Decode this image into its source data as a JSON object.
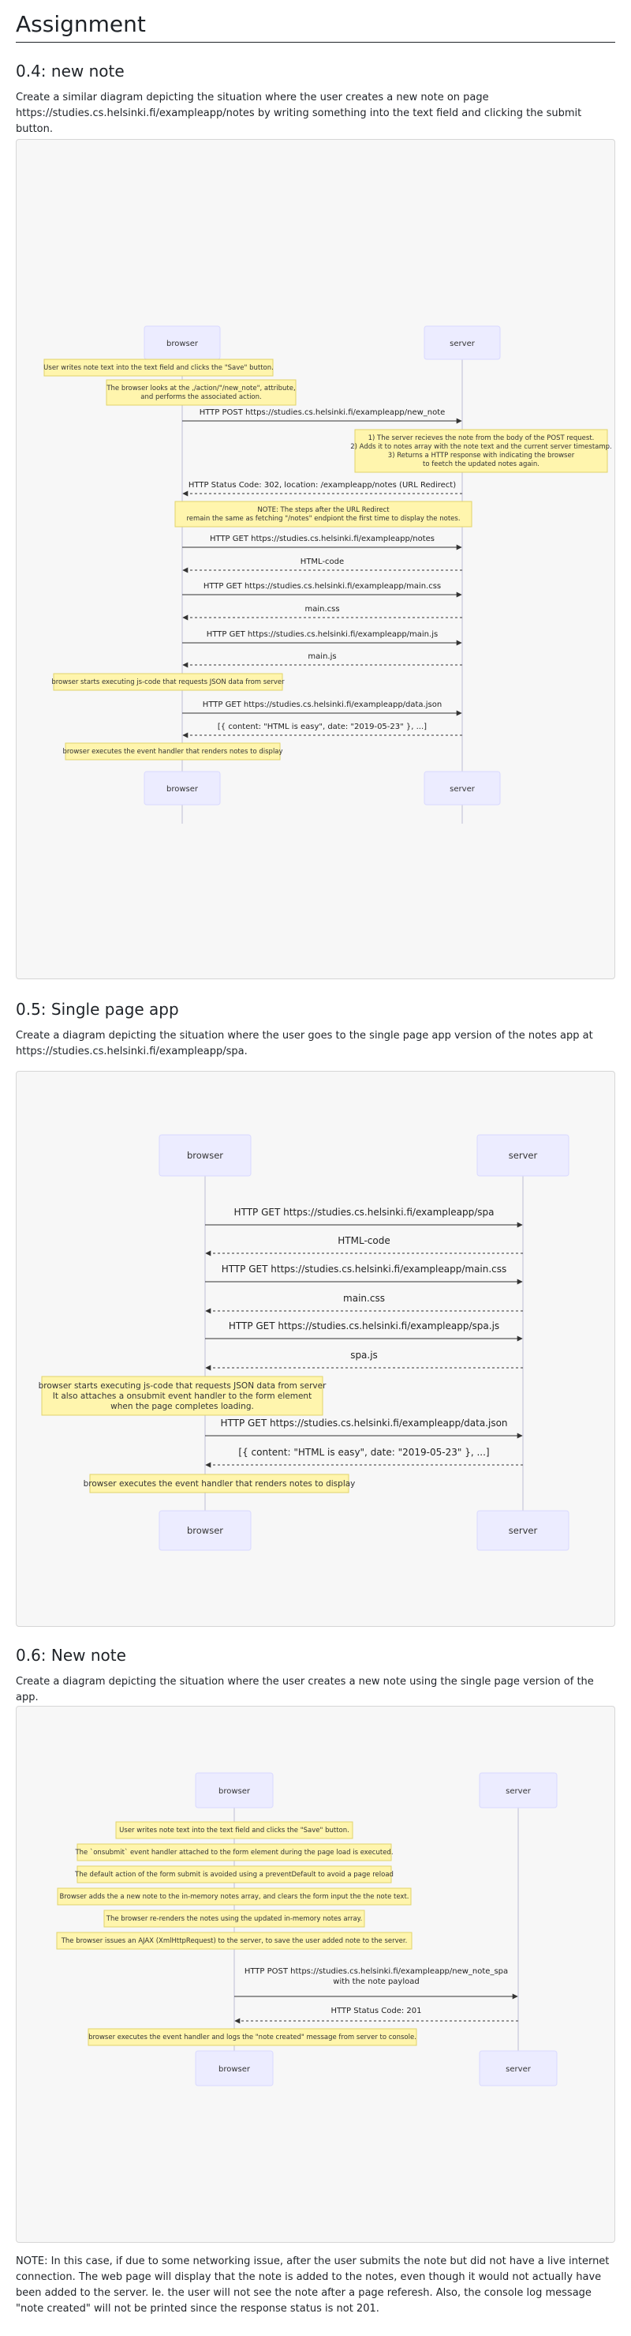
{
  "page": {
    "title": "Assignment"
  },
  "s1": {
    "heading": "0.4: new note",
    "desc": "Create a similar diagram depicting the situation where the user creates a new note on page https://studies.cs.helsinki.fi/exampleapp/notes by writing something into the text field and clicking the submit button."
  },
  "s2": {
    "heading": "0.5: Single page app",
    "desc": "Create a diagram depicting the situation where the user goes to the single page app version of the notes app at https://studies.cs.helsinki.fi/exampleapp/spa."
  },
  "s3": {
    "heading": "0.6: New note",
    "desc": "Create a diagram depicting the situation where the user creates a new note using the single page version of the app."
  },
  "footnote": "NOTE: In this case, if due to some networking issue, after the user submits the note but did not have a live internet connection. The web page will display that the note is added to the notes, even though it would not actually have been added to the server. Ie. the user will not see the note after a page referesh. Also, the console log message \"note created\" will not be printed since the response status is not 201.",
  "d1": {
    "actors": [
      "browser",
      "server"
    ],
    "notes": [
      [
        "User writes note text into the text field and clicks the \"Save\" button."
      ],
      [
        "The browser looks at the ,/action/\"/new_note\", attribute,",
        "and performs the associated action."
      ],
      [
        "1) The server recieves the note from the body of the POST request.",
        "2) Adds it to notes array with the note text and the current server timestamp.",
        "3) Returns a HTTP response with indicating the browser",
        "to feetch the updated notes again."
      ],
      [
        "NOTE: The steps after the URL Redirect",
        "remain the same as fetching \"/notes\" endpiont the first time to display the notes."
      ],
      [
        "browser starts executing js-code that requests JSON data from server"
      ],
      [
        "browser executes the event handler that renders notes to display"
      ]
    ],
    "messages": [
      "HTTP POST https://studies.cs.helsinki.fi/exampleapp/new_note",
      "HTTP Status Code: 302, location: /exampleapp/notes (URL Redirect)",
      "HTTP GET https://studies.cs.helsinki.fi/exampleapp/notes",
      "HTML-code",
      "HTTP GET https://studies.cs.helsinki.fi/exampleapp/main.css",
      "main.css",
      "HTTP GET https://studies.cs.helsinki.fi/exampleapp/main.js",
      "main.js",
      "HTTP GET https://studies.cs.helsinki.fi/exampleapp/data.json",
      "[{ content: \"HTML is easy\", date: \"2019-05-23\" }, ...]"
    ]
  },
  "d2": {
    "actors": [
      "browser",
      "server"
    ],
    "notes": [
      [
        "browser starts executing js-code that requests JSON data from server",
        "It also attaches a onsubmit event handler to the form element",
        "when the page completes loading."
      ],
      [
        "browser executes the event handler that renders notes to display"
      ]
    ],
    "messages": [
      "HTTP GET https://studies.cs.helsinki.fi/exampleapp/spa",
      "HTML-code",
      "HTTP GET https://studies.cs.helsinki.fi/exampleapp/main.css",
      "main.css",
      "HTTP GET https://studies.cs.helsinki.fi/exampleapp/spa.js",
      "spa.js",
      "HTTP GET https://studies.cs.helsinki.fi/exampleapp/data.json",
      "[{ content: \"HTML is easy\", date: \"2019-05-23\" }, ...]"
    ]
  },
  "d3": {
    "actors": [
      "browser",
      "server"
    ],
    "notes": [
      [
        "User writes note text into the text field and clicks the \"Save\" button."
      ],
      [
        "The `onsubmit` event handler attached to the form element during the page load is executed."
      ],
      [
        "The default action of the form submit is avoided using a preventDefault to avoid a page reload"
      ],
      [
        "Browser adds the a new note to the in-memory notes array, and clears the form input the the note text."
      ],
      [
        "The browser re-renders the notes using the updated in-memory notes array."
      ],
      [
        "The browser issues an AJAX (XmlHttpRequest) to the server, to save the user added note to the server."
      ],
      [
        "browser executes the event handler and logs the \"note created\" message from server to console."
      ]
    ],
    "messages": [
      [
        "HTTP POST https://studies.cs.helsinki.fi/exampleapp/new_note_spa",
        "with the note payload"
      ],
      "HTTP Status Code: 201"
    ]
  }
}
